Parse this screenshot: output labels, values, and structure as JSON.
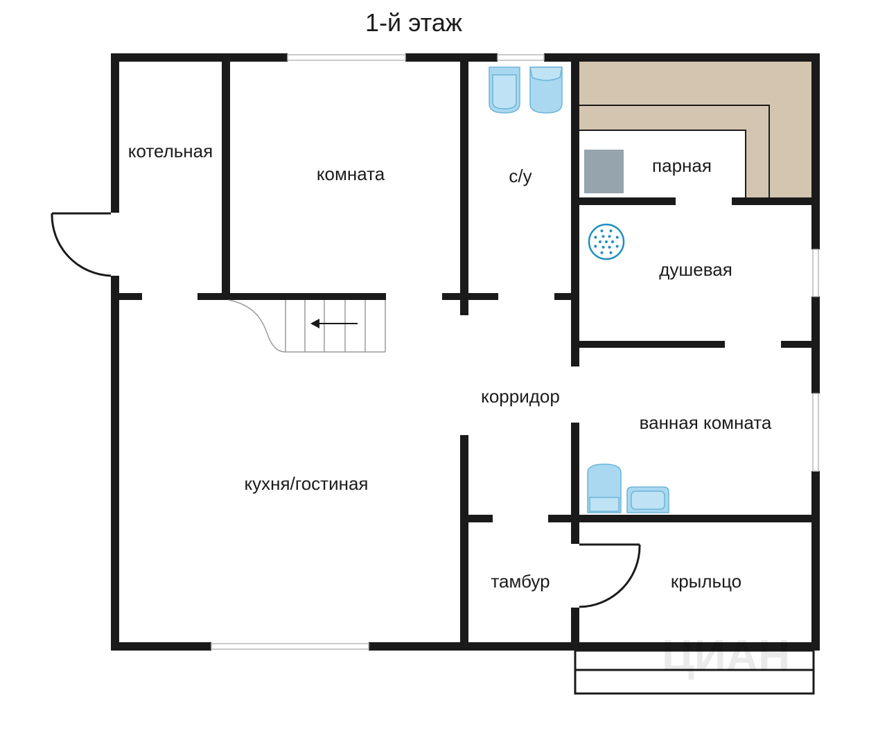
{
  "title": "1-й этаж",
  "rooms": {
    "boiler": "котельная",
    "room": "комната",
    "wc": "с/у",
    "steam": "парная",
    "shower": "душевая",
    "corridor": "корридор",
    "bathroom": "ванная комната",
    "kitchen": "кухня/гостиная",
    "vestibule": "тамбур",
    "porch": "крыльцо"
  },
  "watermark": "ЦИАН",
  "colors": {
    "wall": "#1a1a1a",
    "sauna_bench": "#d4c5b0",
    "fixture": "#a9d8f0",
    "heater": "#96a4ad",
    "shower_dots": "#1e8fc2"
  },
  "icons": [
    "toilet-icon",
    "bidet-icon",
    "sauna-heater-icon",
    "shower-head-icon",
    "bathtub-icon",
    "sink-icon",
    "stair-arrow-icon",
    "door-swing-icon",
    "watermark-icon"
  ]
}
